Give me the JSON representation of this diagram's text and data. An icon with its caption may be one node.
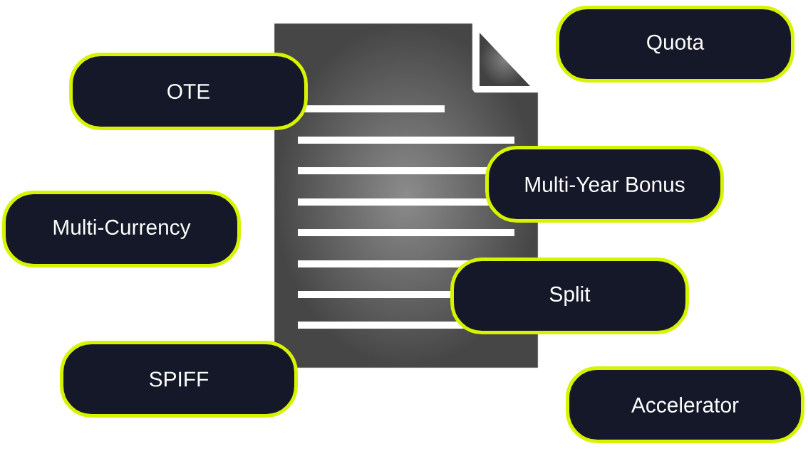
{
  "diagram": {
    "nodes": [
      {
        "text": [
          "Quota"
        ]
      },
      {
        "text": [
          "OTE"
        ]
      },
      {
        "text": [
          "Multi-Year Bonus"
        ]
      },
      {
        "text": [
          "Multi-Currency"
        ]
      },
      {
        "text": [
          "Split"
        ]
      },
      {
        "text": [
          "SPIFF"
        ]
      },
      {
        "text": [
          "Accelerator"
        ]
      }
    ]
  }
}
